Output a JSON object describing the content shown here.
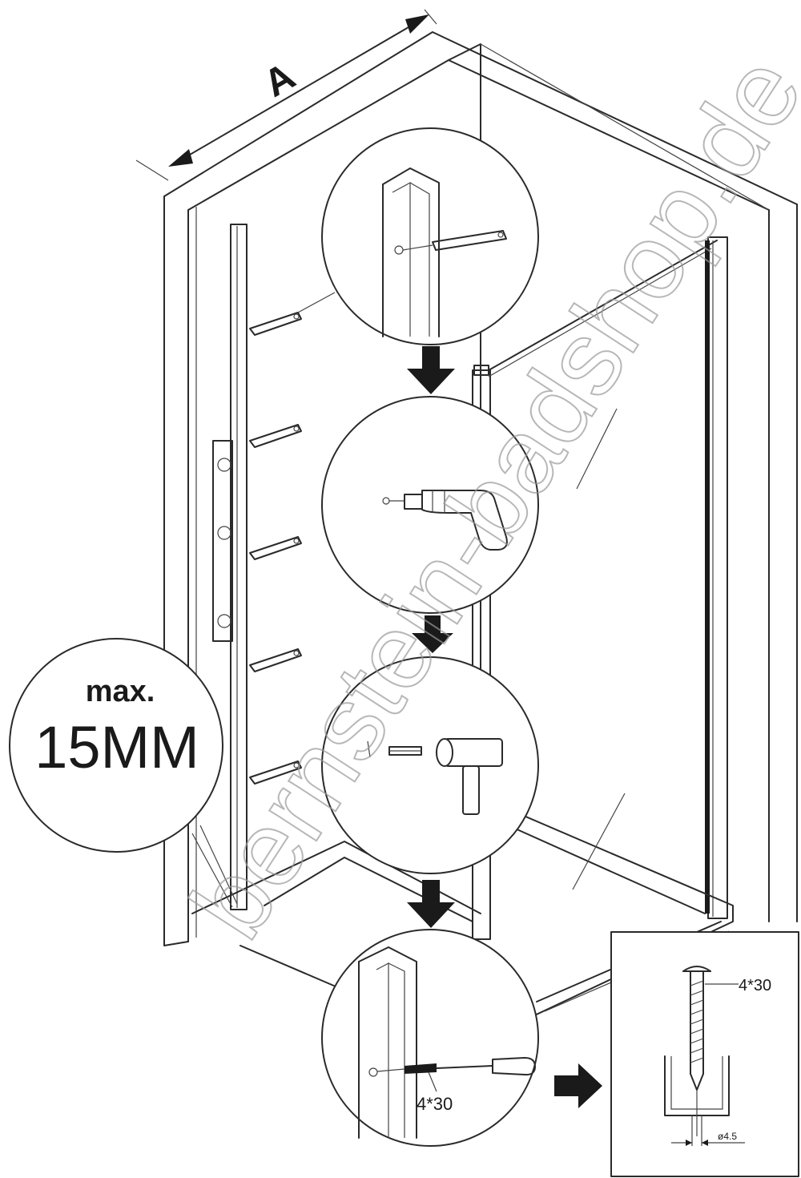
{
  "labels": {
    "dimension_a": "A",
    "max": "max.",
    "depth": "15MM",
    "screw_callout": "4*30",
    "inset_screw": "4*30",
    "inset_hole": "ø4.5"
  },
  "watermark": "bernstein-badshop.de",
  "colors": {
    "line": "#2a2a2a",
    "arrow": "#1a1a1a",
    "watermark": "#9a9a9a",
    "background": "#ffffff"
  }
}
